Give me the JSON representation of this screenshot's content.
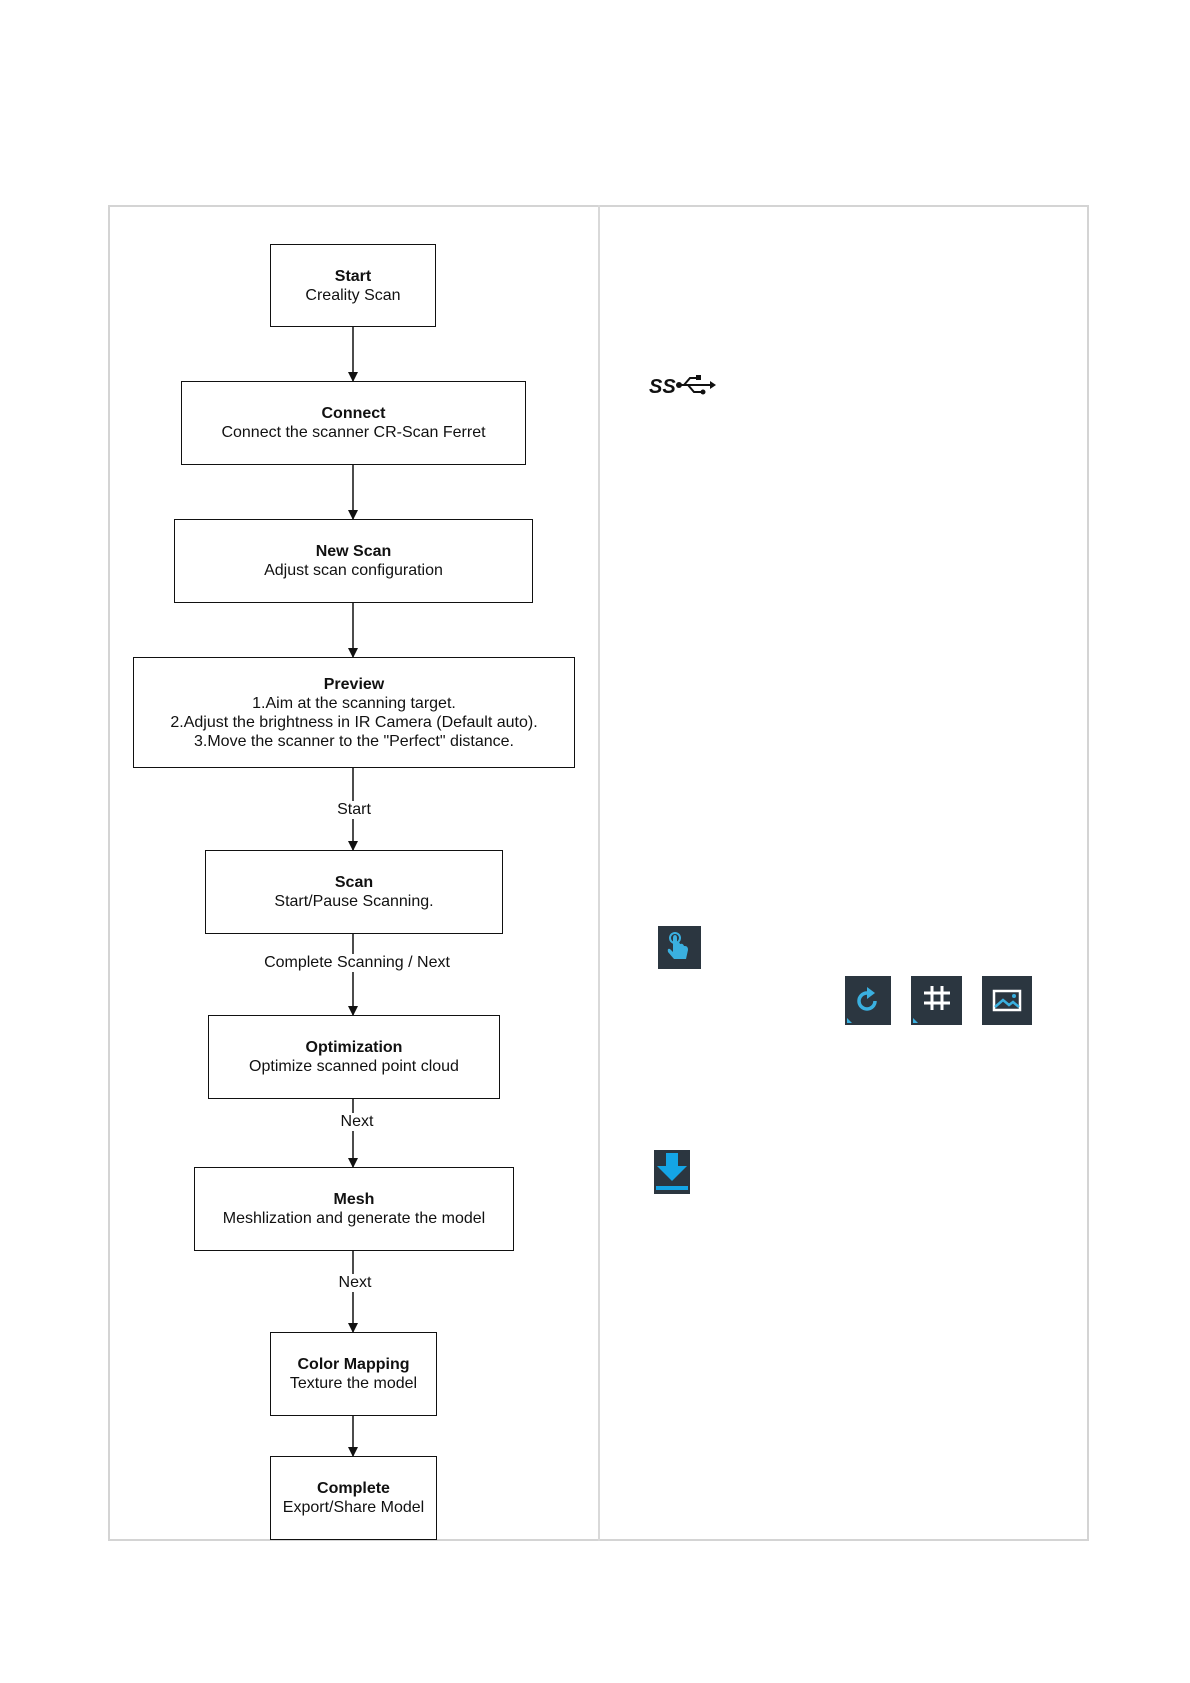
{
  "flow": {
    "steps": [
      {
        "title": "Start",
        "lines": [
          "Creality Scan"
        ]
      },
      {
        "title": "Connect",
        "lines": [
          "Connect the scanner CR-Scan Ferret"
        ]
      },
      {
        "title": "New Scan",
        "lines": [
          "Adjust scan configuration"
        ]
      },
      {
        "title": "Preview",
        "lines": [
          "1.Aim at the scanning target.",
          "2.Adjust the brightness in IR Camera (Default auto).",
          "3.Move the scanner to the \"Perfect\" distance."
        ]
      },
      {
        "title": "Scan",
        "lines": [
          "Start/Pause Scanning."
        ]
      },
      {
        "title": "Optimization",
        "lines": [
          "Optimize scanned point cloud"
        ]
      },
      {
        "title": "Mesh",
        "lines": [
          "Meshlization and generate the model"
        ]
      },
      {
        "title": "Color Mapping",
        "lines": [
          "Texture the model"
        ]
      },
      {
        "title": "Complete",
        "lines": [
          "Export/Share Model"
        ]
      }
    ],
    "edge_labels": {
      "preview_to_scan": "Start",
      "scan_to_optimization": "Complete Scanning / Next",
      "optimization_to_mesh": "Next",
      "mesh_to_color": "Next"
    }
  },
  "icons": {
    "usb": {
      "name": "usb-superspeed-icon",
      "text": "SS"
    },
    "touch": {
      "name": "touch-hand-icon"
    },
    "undo": {
      "name": "undo-icon"
    },
    "grid": {
      "name": "grid-icon"
    },
    "image": {
      "name": "image-icon"
    },
    "download": {
      "name": "download-icon"
    }
  },
  "colors": {
    "icon_bg": "#2b3640",
    "icon_accent": "#3ab0e0",
    "download_accent": "#14a5e6"
  }
}
